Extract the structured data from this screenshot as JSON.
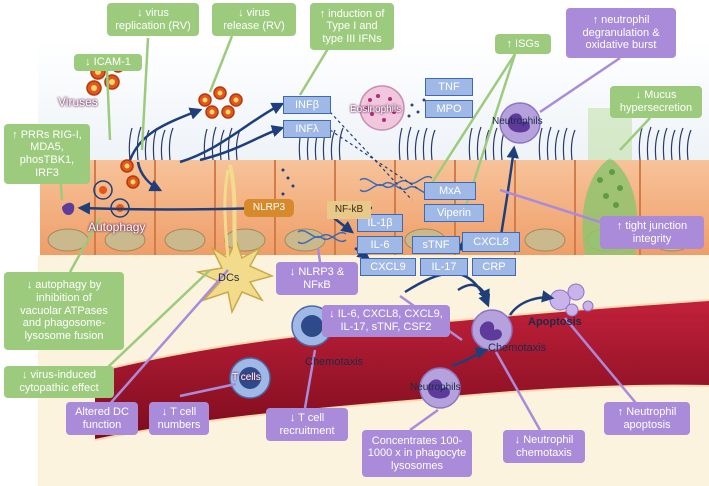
{
  "colors": {
    "green_box": "#9ccb7d",
    "purple_box": "#a98bd9",
    "cytokine_box": "#9fb8e6",
    "arrow_navy": "#1f3f7a",
    "cell_fill": "#f2a877",
    "vessel": "#b7142d"
  },
  "icons": [
    "virus-icon",
    "eosinophil-icon",
    "neutrophil-icon",
    "t-cell-icon",
    "dendritic-cell-icon",
    "dna-helix-icon",
    "mucus-icon"
  ],
  "green_boxes": {
    "icam": "↓ ICAM-1",
    "virus_replication": "↓ virus\nreplication (RV)",
    "virus_release": "↓ virus\nrelease (RV)",
    "ifn_induction": "↑ induction of\nType I and\ntype III IFNs",
    "isgs": "↑ ISGs",
    "prrs": "↑ PRRs RIG-I,\nMDA5,\nphosTBK1,\nIRF3",
    "mucus": "↓ Mucus\nhypersecretion",
    "autophagy_inhibition": "↓ autophagy by\ninhibition of\nvacuolar ATPases\nand phagosome-\nlysosome fusion",
    "cytopathic": "↓ virus-induced\ncytopathic effect"
  },
  "purple_boxes": {
    "neutrophil_degranulation": "↑ neutrophil\ndegranulation &\noxidative burst",
    "tight_junction": "↑ tight junction\nintegrity",
    "nlrp3_nfkb": "↓ NLRP3 &\nNFκB",
    "cytokines_down": "↓ IL-6, CXCL8, CXCL9,\nIL-17, sTNF, CSF2",
    "altered_dc": "Altered DC\nfunction",
    "t_cell_numbers": "↓ T cell\nnumbers",
    "t_cell_recruitment": "↓ T cell\nrecruitment",
    "concentrates": "Concentrates 100-\n1000 x in phagocyte\nlysosomes",
    "neutrophil_chemotaxis": "↓ Neutrophil\nchemotaxis",
    "neutrophil_apoptosis": "↑ Neutrophil\napoptosis"
  },
  "blue_boxes": {
    "ifnb": "INFβ",
    "ifnl": "INFλ",
    "tnf": "TNF",
    "mpo": "MPO",
    "mxa": "MxA",
    "viperin": "Viperin",
    "il1b": "IL-1β",
    "il6": "IL-6",
    "stnf": "sTNF",
    "cxcl8": "CXCL8",
    "cxcl9": "CXCL9",
    "il17": "IL-17",
    "crp": "CRP"
  },
  "pathway": {
    "nlrp3": "NLRP3",
    "nfkb": "NF-kB"
  },
  "labels": {
    "viruses": "Viruses",
    "eosinophils": "Eosinophils",
    "neutrophils_top": "Neutrophils",
    "autophagy": "Autophagy",
    "dcs": "DCs",
    "chemotaxis_left": "Chemotaxis",
    "chemotaxis_right": "Chemotaxis",
    "t_cells": "T cells",
    "neutrophils_bottom": "Neutrophils",
    "apoptosis": "Apoptosis"
  }
}
